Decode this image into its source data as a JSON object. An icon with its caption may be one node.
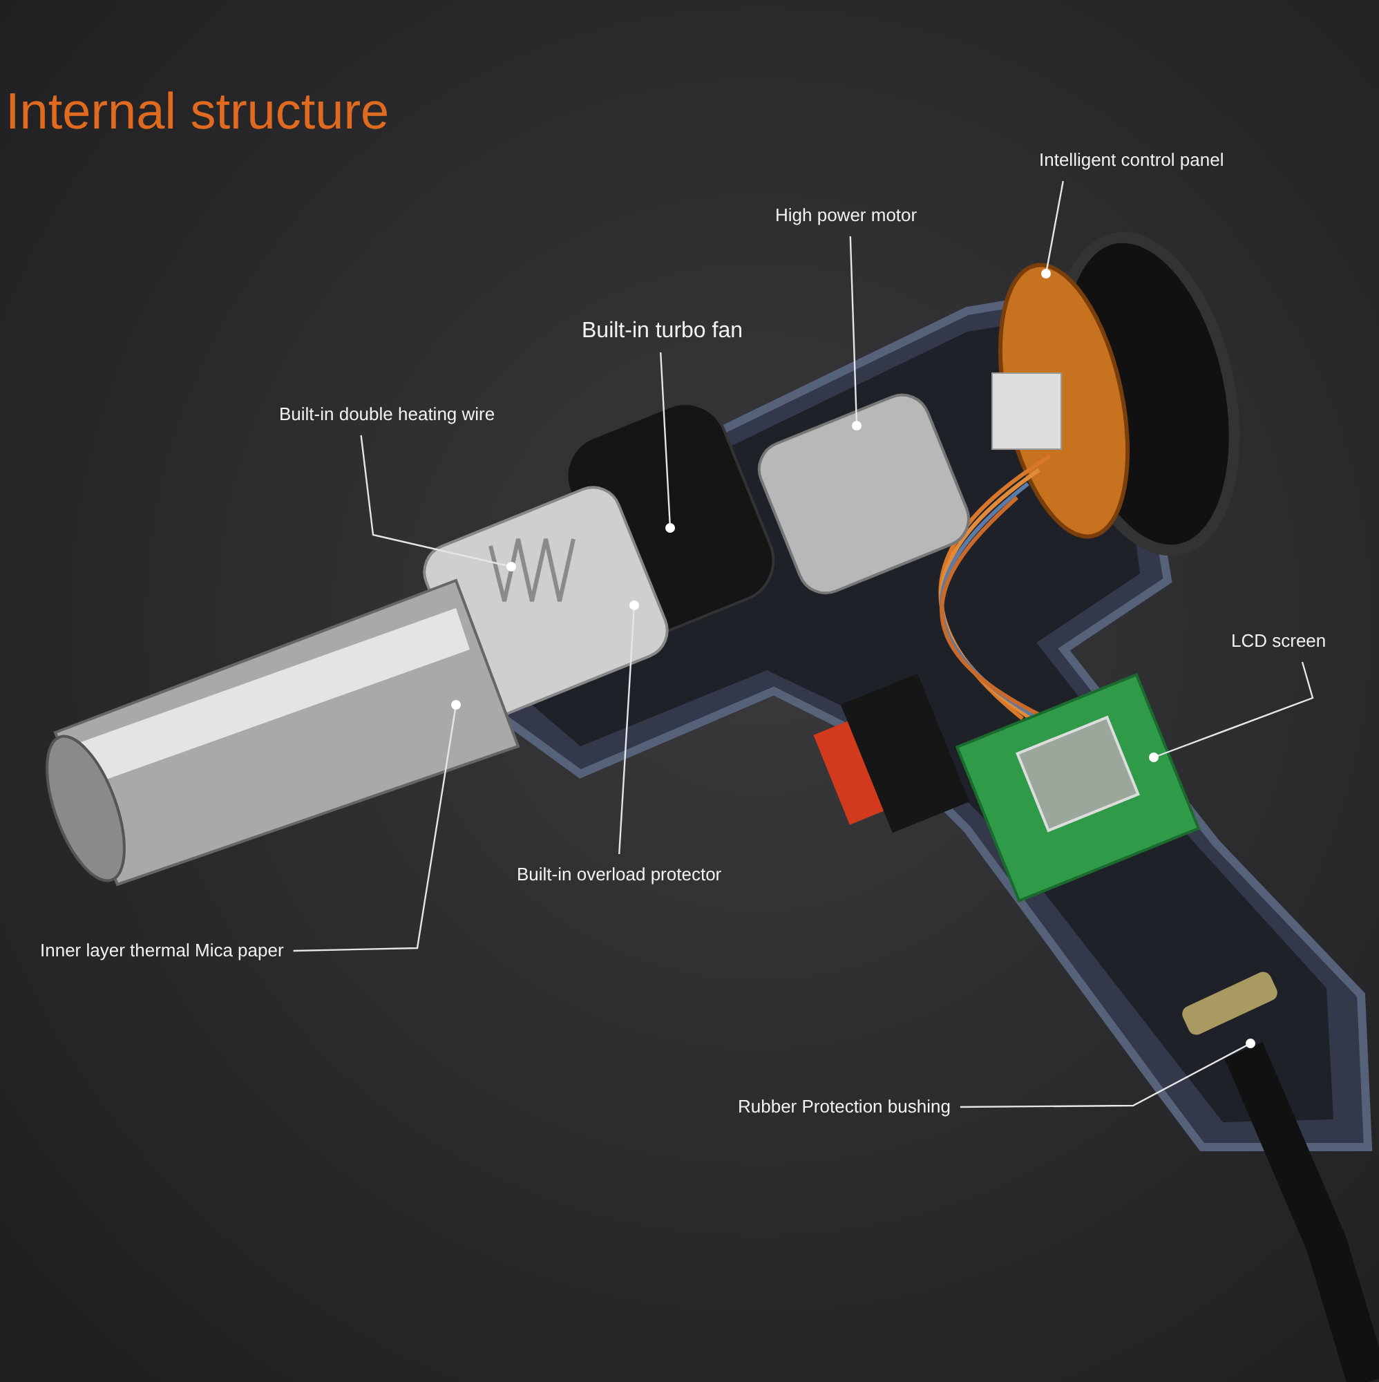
{
  "diagram": {
    "title": "Internal structure",
    "nodes": [
      {
        "text": [
          "Intelligent control panel"
        ]
      },
      {
        "text": [
          "High power motor"
        ]
      },
      {
        "text": [
          "Built-in turbo fan"
        ]
      },
      {
        "text": [
          "Built-in double heating wire"
        ]
      },
      {
        "text": [
          "LCD screen"
        ]
      },
      {
        "text": [
          "Built-in overload protector"
        ]
      },
      {
        "text": [
          "Inner layer thermal Mica paper"
        ]
      },
      {
        "text": [
          "Rubber Protection bushing"
        ]
      }
    ],
    "edges": [
      {
        "from": 0,
        "to": null,
        "arrow": "other"
      },
      {
        "from": 1,
        "to": null,
        "arrow": "other"
      },
      {
        "from": 2,
        "to": null,
        "arrow": "other"
      },
      {
        "from": 3,
        "to": null,
        "arrow": "other"
      },
      {
        "from": 4,
        "to": null,
        "arrow": "other"
      },
      {
        "from": 5,
        "to": null,
        "arrow": "other"
      },
      {
        "from": 6,
        "to": null,
        "arrow": "other"
      },
      {
        "from": 7,
        "to": null,
        "arrow": "other"
      }
    ]
  }
}
